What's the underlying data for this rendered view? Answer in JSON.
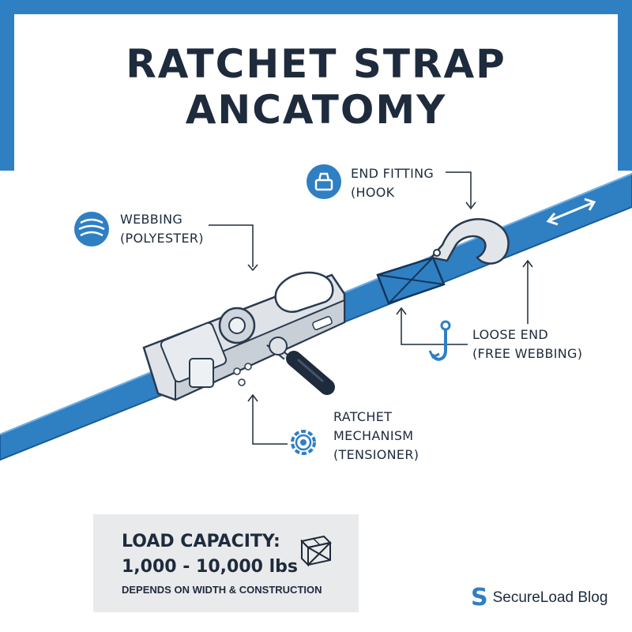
{
  "title": "RATCHET STRAP ANCATOMY",
  "colors": {
    "accent": "#2f7fc3",
    "text": "#1e2b3c",
    "metal": "#dfe3e8",
    "panel": "#e9eaec"
  },
  "callouts": {
    "webbing": {
      "line1": "WEBBING",
      "line2": "(POLYESTER)",
      "icon": "webbing-layers-icon"
    },
    "end_fitting": {
      "line1": "END FITTING",
      "line2": "(HOOK",
      "icon": "hook-fitting-icon"
    },
    "loose_end": {
      "line1": "LOOSE END",
      "line2": "(FREE WEBBING)",
      "icon": "hook-icon"
    },
    "ratchet": {
      "line1": "RATCHET",
      "line2": "MECHANISM",
      "line3": "(TENSIONER)",
      "icon": "gear-icon"
    }
  },
  "load": {
    "line1": "LOAD CAPACITY:",
    "line2": "1,000 - 10,000 lbs",
    "line3": "DEPENDS ON WIDTH & CONSTRUCTION",
    "icon": "crate-icon"
  },
  "brand": {
    "logo": "S",
    "name": "SecureLoad Blog"
  }
}
